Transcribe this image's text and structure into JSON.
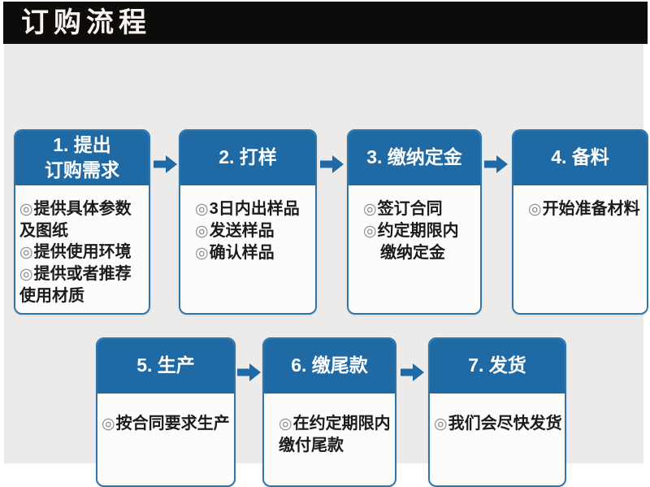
{
  "header": {
    "title": "订购流程"
  },
  "colors": {
    "top_bar_bg": "#0d0c0a",
    "panel_bg": "#edebe9",
    "accent_blue": "#1f6aa5",
    "box_border_blue": "#2d77ab",
    "box_body_bg": "#fcfcfb",
    "bullet_gray": "#8a8a8a",
    "body_text": "#1b1b1b"
  },
  "icons": {
    "bullet": "◎"
  },
  "steps": [
    {
      "title": "1. 提出\n订购需求",
      "lines": [
        {
          "text": "提供具体参数"
        },
        {
          "text": "及图纸"
        },
        {
          "text": "提供使用环境"
        },
        {
          "text": "提供或者推荐"
        },
        {
          "text": "使用材质"
        }
      ]
    },
    {
      "title": "2. 打样",
      "lines": [
        {
          "text": "3日内出样品"
        },
        {
          "text": "发送样品"
        },
        {
          "text": "确认样品"
        }
      ]
    },
    {
      "title": "3. 缴纳定金",
      "lines": [
        {
          "text": "签订合同"
        },
        {
          "text": "约定期限内"
        },
        {
          "text": "缴纳定金"
        }
      ]
    },
    {
      "title": "4. 备料",
      "lines": [
        {
          "text": "开始准备材料"
        }
      ]
    },
    {
      "title": "5. 生产",
      "lines": [
        {
          "text": "按合同要求生产"
        }
      ]
    },
    {
      "title": "6. 缴尾款",
      "lines": [
        {
          "text": "在约定期限内"
        },
        {
          "text": "缴付尾款"
        }
      ]
    },
    {
      "title": "7. 发货",
      "lines": [
        {
          "text": "我们会尽快发货"
        }
      ]
    }
  ]
}
